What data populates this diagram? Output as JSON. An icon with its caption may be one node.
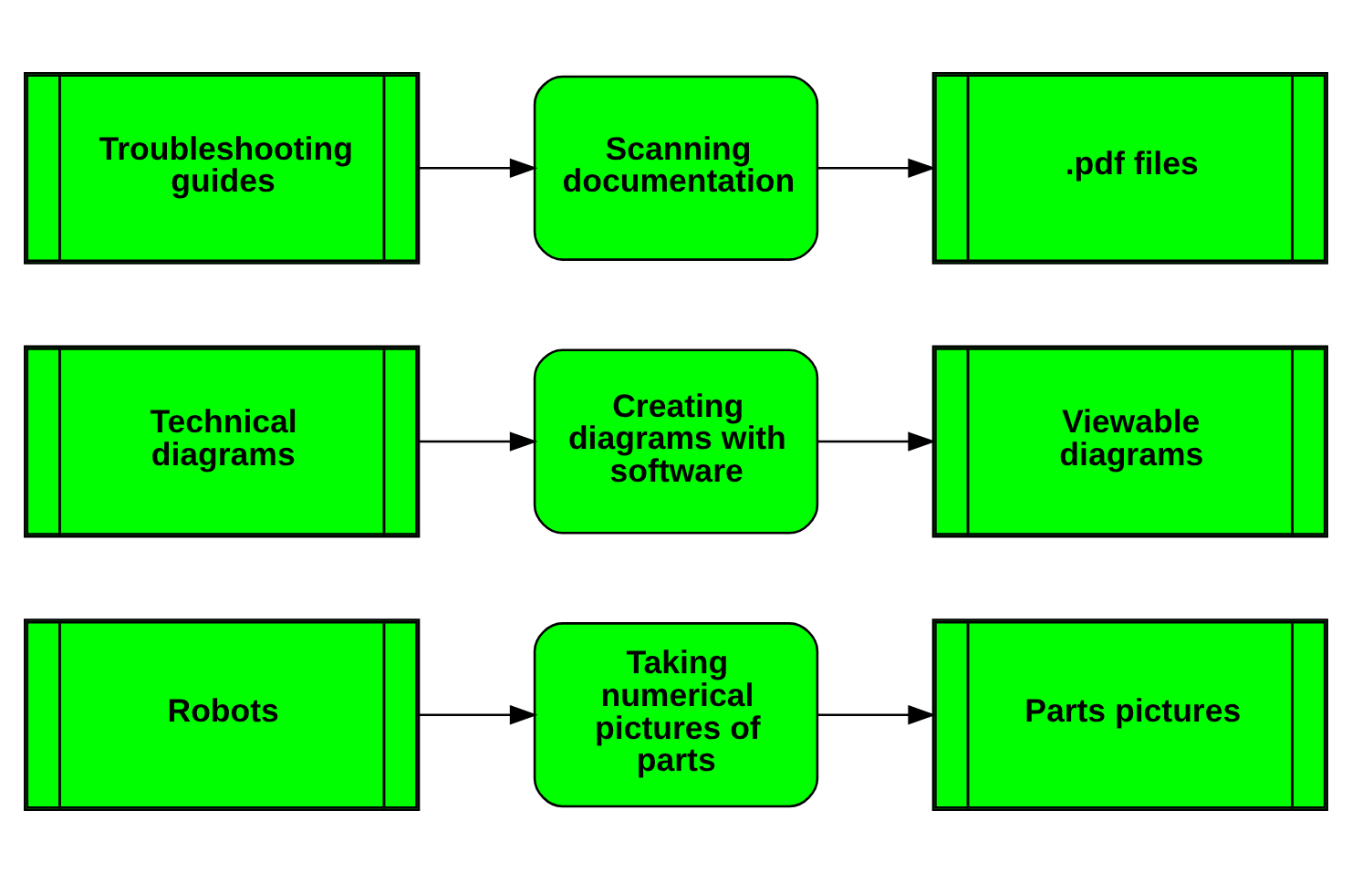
{
  "diagram": {
    "nodes": [
      {
        "text": [
          "Troubleshooting guides"
        ]
      },
      {
        "text": [
          "Scanning documentation"
        ]
      },
      {
        "text": [
          ".pdf files"
        ]
      },
      {
        "text": [
          "Technical diagrams"
        ]
      },
      {
        "text": [
          "Creating diagrams with software"
        ]
      },
      {
        "text": [
          "Viewable diagrams"
        ]
      },
      {
        "text": [
          "Robots"
        ]
      },
      {
        "text": [
          "Taking numerical pictures of parts"
        ]
      },
      {
        "text": [
          "Parts pictures"
        ]
      }
    ],
    "edges": [
      {
        "from": 0,
        "to": 1,
        "arrow": "to"
      },
      {
        "from": 1,
        "to": 2,
        "arrow": "to"
      },
      {
        "from": 3,
        "to": 4,
        "arrow": "to"
      },
      {
        "from": 4,
        "to": 5,
        "arrow": "to"
      },
      {
        "from": 6,
        "to": 7,
        "arrow": "to"
      },
      {
        "from": 7,
        "to": 8,
        "arrow": "to"
      }
    ]
  }
}
